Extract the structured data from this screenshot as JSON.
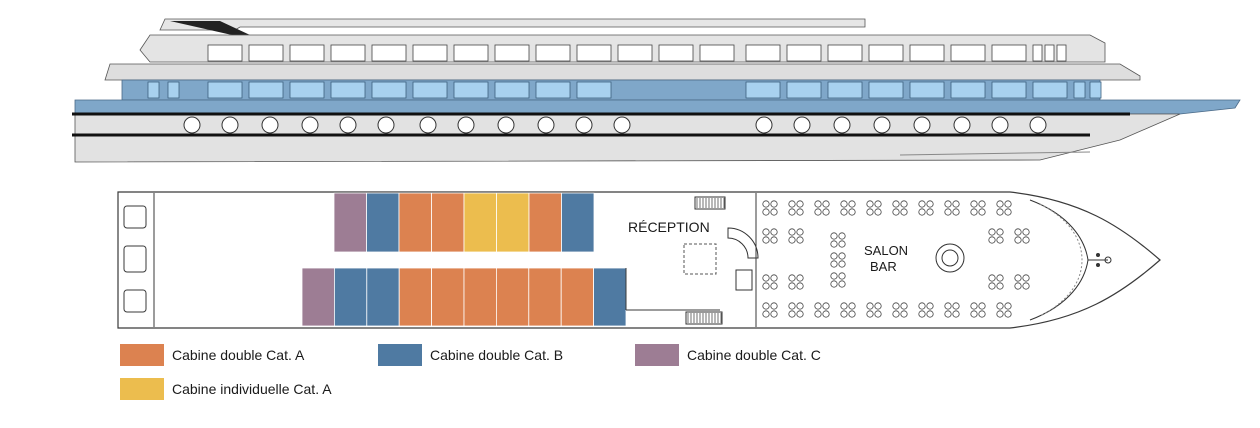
{
  "labels": {
    "reception": "RÉCEPTION",
    "salon_line1": "SALON",
    "salon_line2": "BAR"
  },
  "colors": {
    "cat_a_double": "#dc8250",
    "cat_b_double": "#4f7aa2",
    "cat_c_double": "#9d7d94",
    "cat_a_single": "#ecbd4e",
    "hull_blue": "#7fa7c9",
    "window_blue": "#a8d1ef",
    "hull_grey": "#dcdcdc",
    "outline": "#3a3a3a"
  },
  "legend": [
    {
      "label": "Cabine double Cat. A",
      "color_key": "cat_a_double"
    },
    {
      "label": "Cabine double Cat. B",
      "color_key": "cat_b_double"
    },
    {
      "label": "Cabine double Cat. C",
      "color_key": "cat_c_double"
    },
    {
      "label": "Cabine individuelle Cat. A",
      "color_key": "cat_a_single"
    }
  ],
  "cabins_top_row": [
    "cat_c_double",
    "cat_b_double",
    "cat_a_double",
    "cat_a_double",
    "cat_a_single",
    "cat_a_single",
    "cat_a_double",
    "cat_b_double"
  ],
  "cabins_bottom_row": [
    "cat_c_double",
    "cat_b_double",
    "cat_b_double",
    "cat_a_double",
    "cat_a_double",
    "cat_a_double",
    "cat_a_double",
    "cat_a_double",
    "cat_a_double",
    "cat_b_double"
  ]
}
